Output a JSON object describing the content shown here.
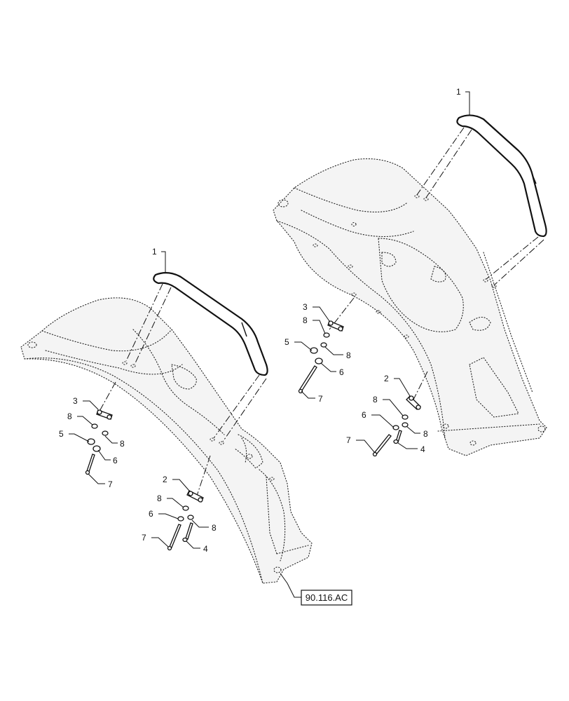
{
  "callouts": {
    "left": [
      {
        "id": "L1",
        "text": "1"
      },
      {
        "id": "L3",
        "text": "3"
      },
      {
        "id": "L8a",
        "text": "8"
      },
      {
        "id": "L5",
        "text": "5"
      },
      {
        "id": "L8b",
        "text": "8"
      },
      {
        "id": "L6",
        "text": "6"
      },
      {
        "id": "L7",
        "text": "7"
      },
      {
        "id": "L2",
        "text": "2"
      },
      {
        "id": "L8c",
        "text": "8"
      },
      {
        "id": "L6b",
        "text": "6"
      },
      {
        "id": "L8d",
        "text": "8"
      },
      {
        "id": "L7b",
        "text": "7"
      },
      {
        "id": "L4",
        "text": "4"
      }
    ],
    "right": [
      {
        "id": "R1",
        "text": "1"
      },
      {
        "id": "R3",
        "text": "3"
      },
      {
        "id": "R8a",
        "text": "8"
      },
      {
        "id": "R5",
        "text": "5"
      },
      {
        "id": "R8b",
        "text": "8"
      },
      {
        "id": "R6",
        "text": "6"
      },
      {
        "id": "R7",
        "text": "7"
      },
      {
        "id": "R2",
        "text": "2"
      },
      {
        "id": "R8c",
        "text": "8"
      },
      {
        "id": "R6b",
        "text": "6"
      },
      {
        "id": "R8d",
        "text": "8"
      },
      {
        "id": "R7b",
        "text": "7"
      },
      {
        "id": "R4",
        "text": "4"
      }
    ]
  },
  "reference": {
    "text": "90.116.AC"
  }
}
